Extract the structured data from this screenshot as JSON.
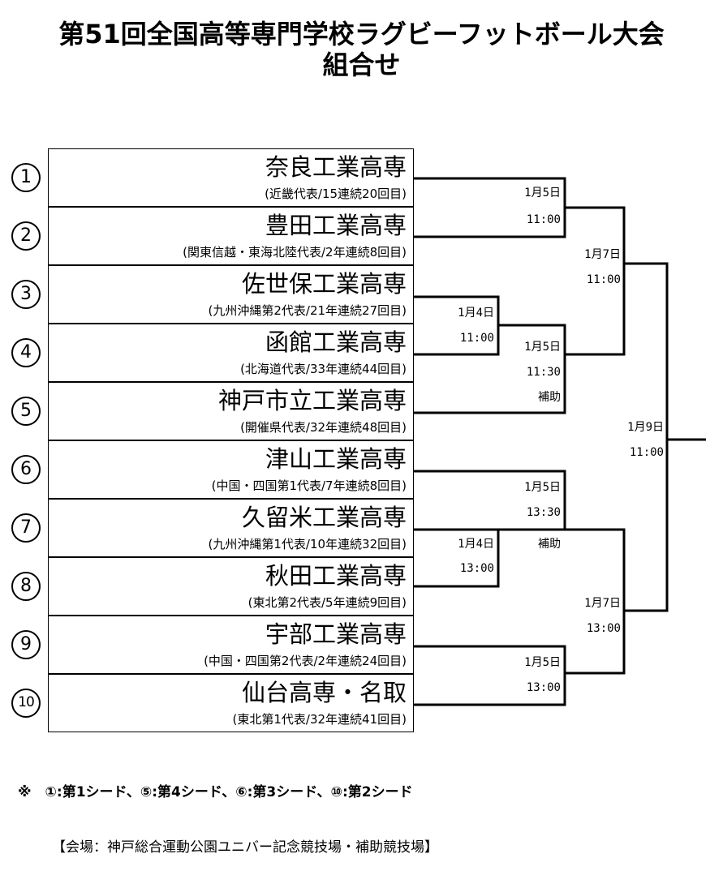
{
  "title": {
    "line1": "第51回全国高等専門学校ラグビーフットボール大会",
    "line2": "組合せ"
  },
  "teams": [
    {
      "seed": "1",
      "name": "奈良工業高専",
      "sub": "(近畿代表/15連続20回目)"
    },
    {
      "seed": "2",
      "name": "豊田工業高専",
      "sub": "(関東信越・東海北陸代表/2年連続8回目)"
    },
    {
      "seed": "3",
      "name": "佐世保工業高専",
      "sub": "(九州沖縄第2代表/21年連続27回目)"
    },
    {
      "seed": "4",
      "name": "函館工業高専",
      "sub": "(北海道代表/33年連続44回目)"
    },
    {
      "seed": "5",
      "name": "神戸市立工業高専",
      "sub": "(開催県代表/32年連続48回目)"
    },
    {
      "seed": "6",
      "name": "津山工業高専",
      "sub": "(中国・四国第1代表/7年連続8回目)"
    },
    {
      "seed": "7",
      "name": "久留米工業高専",
      "sub": "(九州沖縄第1代表/10年連続32回目)"
    },
    {
      "seed": "8",
      "name": "秋田工業高専",
      "sub": "(東北第2代表/5年連続9回目)"
    },
    {
      "seed": "9",
      "name": "宇部工業高専",
      "sub": "(中国・四国第2代表/2年連続24回目)"
    },
    {
      "seed": "10",
      "name": "仙台高専・名取",
      "sub": "(東北第1代表/32年連続41回目)"
    }
  ],
  "matches": {
    "r1_top": {
      "date": "1月4日",
      "time": "11:00"
    },
    "r1_bottom": {
      "date": "1月4日",
      "time": "13:00"
    },
    "qf_1_2": {
      "date": "1月5日",
      "time": "11:00"
    },
    "qf_top": {
      "date": "1月5日",
      "time": "11:30",
      "field": "補助"
    },
    "qf_bottom": {
      "date": "1月5日",
      "time": "13:30",
      "field": "補助"
    },
    "qf_9_10": {
      "date": "1月5日",
      "time": "13:00"
    },
    "sf_top": {
      "date": "1月7日",
      "time": "11:00"
    },
    "sf_bottom": {
      "date": "1月7日",
      "time": "13:00"
    },
    "final": {
      "date": "1月9日",
      "time": "11:00"
    }
  },
  "note": "※　①:第1シード、⑤:第4シード、⑥:第3シード、⑩:第2シード",
  "venue": "【会場：神戸総合運動公園ユニバー記念競技場・補助競技場】"
}
